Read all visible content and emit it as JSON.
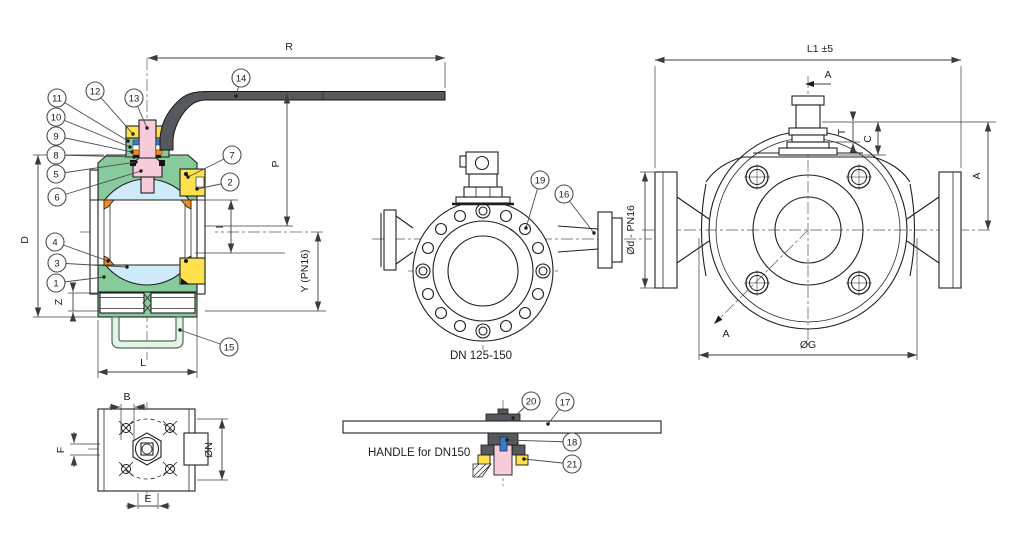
{
  "drawing": {
    "colors": {
      "body_green": "#87CB9C",
      "bracket_light_green": "#E7F3E7",
      "stem_pink": "#F7CBDA",
      "ball_light_blue": "#CFEAF8",
      "retainer_yellow": "#FFE14E",
      "seat_orange": "#EF8A1E",
      "seal_blue": "#3D7BC0",
      "handle_dark_gray": "#55585C",
      "line_dark": "#1F1F1F"
    }
  },
  "section_view": {
    "dims": {
      "R": "R",
      "P": "P",
      "I": "I",
      "Y": "Y (PN16)",
      "D": "D",
      "Z": "Z",
      "L": "L"
    },
    "callouts": {
      "c1": "1",
      "c2": "2",
      "c3": "3",
      "c4": "4",
      "c5": "5",
      "c6": "6",
      "c7": "7",
      "c8": "8",
      "c9": "9",
      "c10": "10",
      "c11": "11",
      "c12": "12",
      "c13": "13",
      "c14": "14",
      "c15": "15"
    }
  },
  "front_view": {
    "caption": "DN 125-150",
    "callouts": {
      "c16": "16",
      "c19": "19"
    }
  },
  "side_view": {
    "dims": {
      "L1": "L1 ±5",
      "A_cut_top": "A",
      "A_cut_bottom": "A",
      "T": "T",
      "C": "C",
      "A": "A",
      "Od": "Ød - PN16",
      "OG": "ØG"
    }
  },
  "top_view": {
    "dims": {
      "B": "B",
      "F": "F",
      "E": "E",
      "N": "ØN"
    }
  },
  "handle_view": {
    "caption": "HANDLE for DN150",
    "callouts": {
      "c17": "17",
      "c18": "18",
      "c20": "20",
      "c21": "21"
    }
  }
}
